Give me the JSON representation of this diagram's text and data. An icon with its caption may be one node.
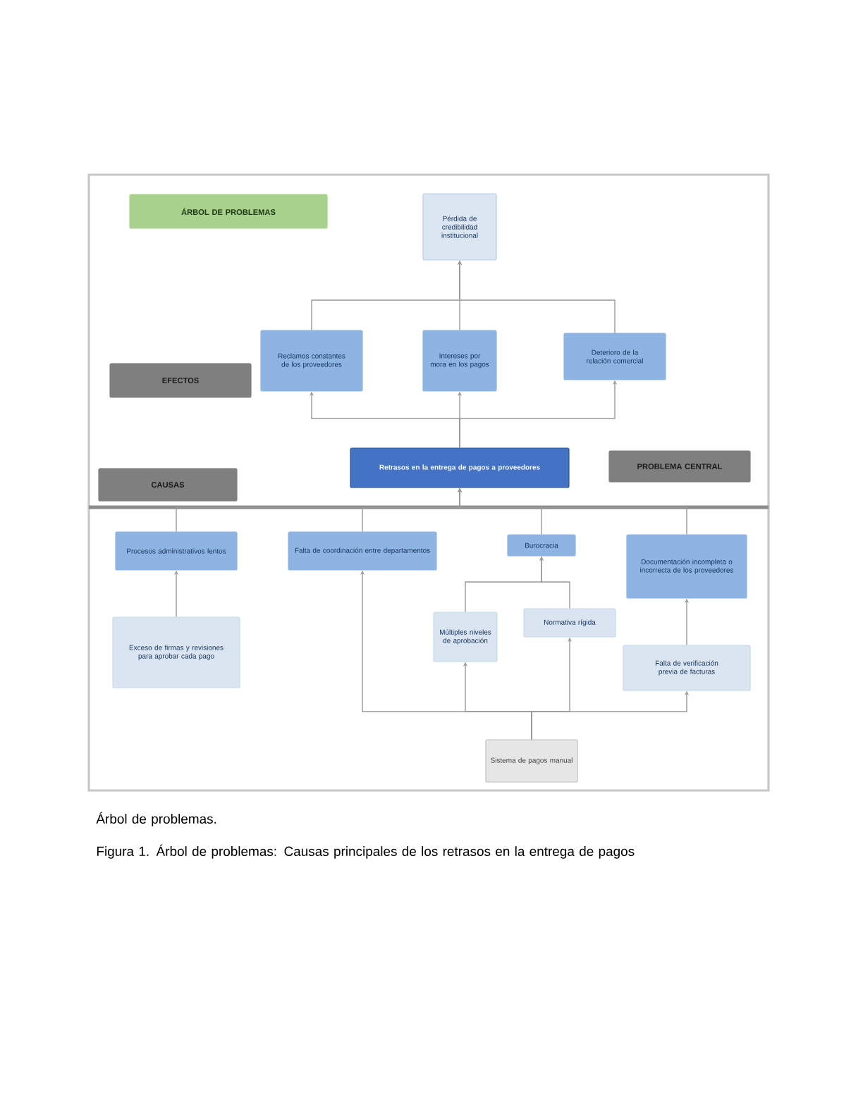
{
  "diagram": {
    "caption": "Figura 1. Árbol de problemas: Causas principales de los retrasos en la entrega de pagos",
    "nodes": [
      {
        "text": [
          "ÁRBOL DE PROBLEMAS"
        ]
      },
      {
        "text": [
          "Pérdida de credibilidad institucional"
        ]
      },
      {
        "text": [
          "EFECTOS"
        ]
      },
      {
        "text": [
          "Reclamos constantes de los proveedores"
        ]
      },
      {
        "text": [
          "Intereses por mora en los pagos"
        ]
      },
      {
        "text": [
          "Deterioro de la relación comercial"
        ]
      },
      {
        "text": [
          "Retrasos en la entrega de pagos a proveedores"
        ]
      },
      {
        "text": [
          "PROBLEMA CENTRAL"
        ]
      },
      {
        "text": [
          "CAUSAS"
        ]
      },
      {
        "text": [
          "Procesos administrativos lentos"
        ]
      },
      {
        "text": [
          "Falta de coordinación entre departamentos"
        ]
      },
      {
        "text": [
          "Burocracia"
        ]
      },
      {
        "text": [
          "Documentación incompleta o incorrecta de los proveedores"
        ]
      },
      {
        "text": [
          "Exceso de firmas y revisiones para aprobar cada pago"
        ]
      },
      {
        "text": [
          "Múltiples niveles de aprobación"
        ]
      },
      {
        "text": [
          "Normativa rígida"
        ]
      },
      {
        "text": [
          "Falta de verificación previa de facturas"
        ]
      },
      {
        "text": [
          "Sistema de pagos manual"
        ]
      }
    ],
    "edges": [
      {
        "from": 3,
        "to": 1,
        "arrow": "to"
      },
      {
        "from": 4,
        "to": 1,
        "arrow": "to"
      },
      {
        "from": 5,
        "to": 1,
        "arrow": "to"
      },
      {
        "from": 6,
        "to": 3,
        "arrow": "to"
      },
      {
        "from": 6,
        "to": 4,
        "arrow": "to"
      },
      {
        "from": 6,
        "to": 5,
        "arrow": "to"
      },
      {
        "from": 9,
        "to": 6,
        "arrow": "to"
      },
      {
        "from": 10,
        "to": 6,
        "arrow": "to"
      },
      {
        "from": 11,
        "to": 6,
        "arrow": "to"
      },
      {
        "from": 12,
        "to": 6,
        "arrow": "to"
      },
      {
        "from": 13,
        "to": 9,
        "arrow": "to"
      },
      {
        "from": 14,
        "to": 11,
        "arrow": "to"
      },
      {
        "from": 15,
        "to": 11,
        "arrow": "to"
      },
      {
        "from": 16,
        "to": 12,
        "arrow": "to"
      },
      {
        "from": 17,
        "to": 10,
        "arrow": "to"
      },
      {
        "from": 17,
        "to": 14,
        "arrow": "to"
      },
      {
        "from": 17,
        "to": 15,
        "arrow": "to"
      },
      {
        "from": 17,
        "to": 16,
        "arrow": "to"
      }
    ],
    "labels": [
      "Árbol de problemas."
    ]
  }
}
